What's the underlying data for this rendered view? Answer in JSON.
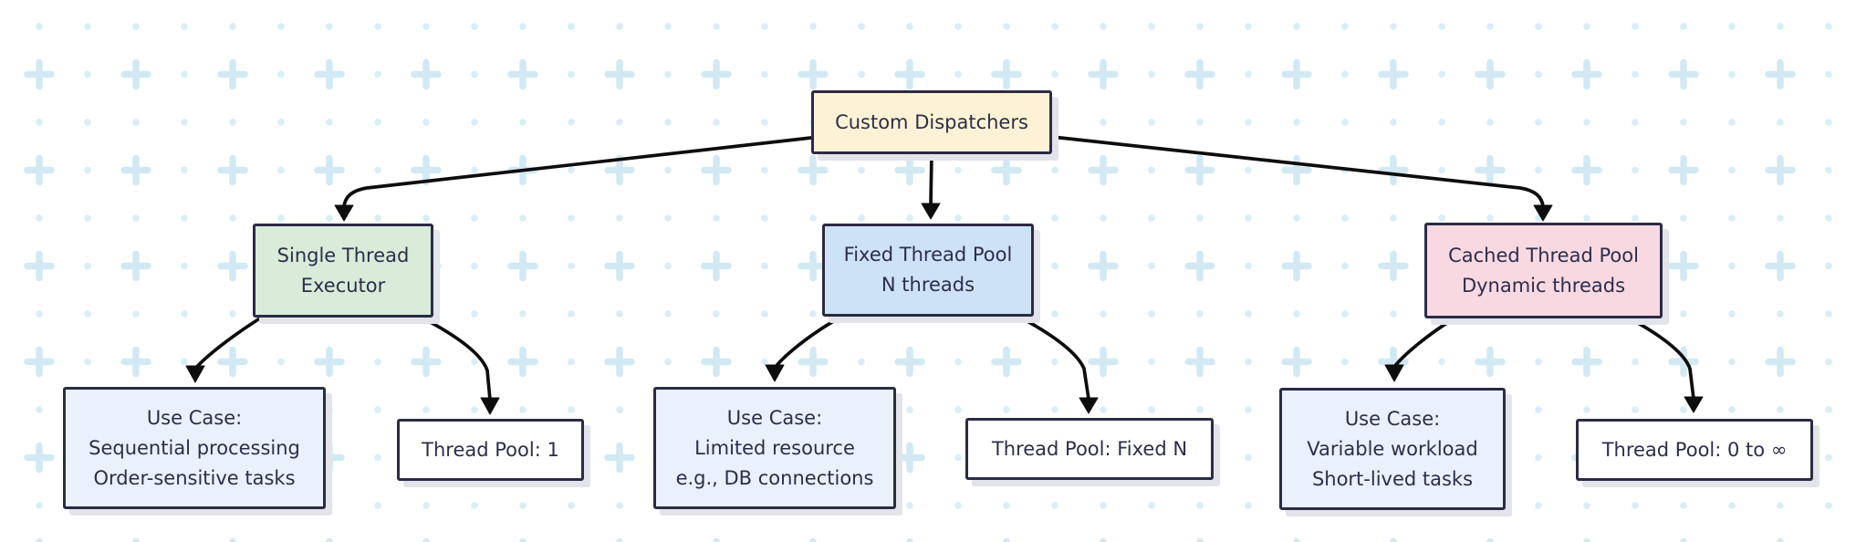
{
  "diagram": {
    "title": "Custom Dispatchers flowchart",
    "nodes": {
      "root": {
        "label": "Custom Dispatchers",
        "fill": "#fdf2d5"
      },
      "single": {
        "label": "Single Thread\nExecutor",
        "fill": "#d8ecd9"
      },
      "fixed": {
        "label": "Fixed Thread Pool\nN threads",
        "fill": "#cde2f7"
      },
      "cached": {
        "label": "Cached Thread Pool\nDynamic threads",
        "fill": "#f8d9e1"
      },
      "single_use_case": {
        "label": "Use Case:\nSequential processing\nOrder-sensitive tasks",
        "fill": "#e8f1fc"
      },
      "single_pool": {
        "label": "Thread Pool: 1",
        "fill": "#ffffff"
      },
      "fixed_use_case": {
        "label": "Use Case:\nLimited resource\ne.g., DB connections",
        "fill": "#e8f1fc"
      },
      "fixed_pool": {
        "label": "Thread Pool: Fixed N",
        "fill": "#ffffff"
      },
      "cached_use_case": {
        "label": "Use Case:\nVariable workload\nShort-lived tasks",
        "fill": "#e8f1fc"
      },
      "cached_pool": {
        "label": "Thread Pool: 0 to ∞",
        "fill": "#ffffff"
      }
    },
    "edges": [
      {
        "from": "root",
        "to": "single"
      },
      {
        "from": "root",
        "to": "fixed"
      },
      {
        "from": "root",
        "to": "cached"
      },
      {
        "from": "single",
        "to": "single_use_case"
      },
      {
        "from": "single",
        "to": "single_pool"
      },
      {
        "from": "fixed",
        "to": "fixed_use_case"
      },
      {
        "from": "fixed",
        "to": "fixed_pool"
      },
      {
        "from": "cached",
        "to": "cached_use_case"
      },
      {
        "from": "cached",
        "to": "cached_pool"
      }
    ],
    "colors": {
      "node_border": "#2b2b45",
      "text": "#2d2d4a",
      "edge": "#0d0d0d",
      "pattern_dot": "#d9edf6",
      "pattern_plus": "#d2e9f4",
      "background": "#ffffff",
      "shadow": "#e3e4e9"
    }
  }
}
